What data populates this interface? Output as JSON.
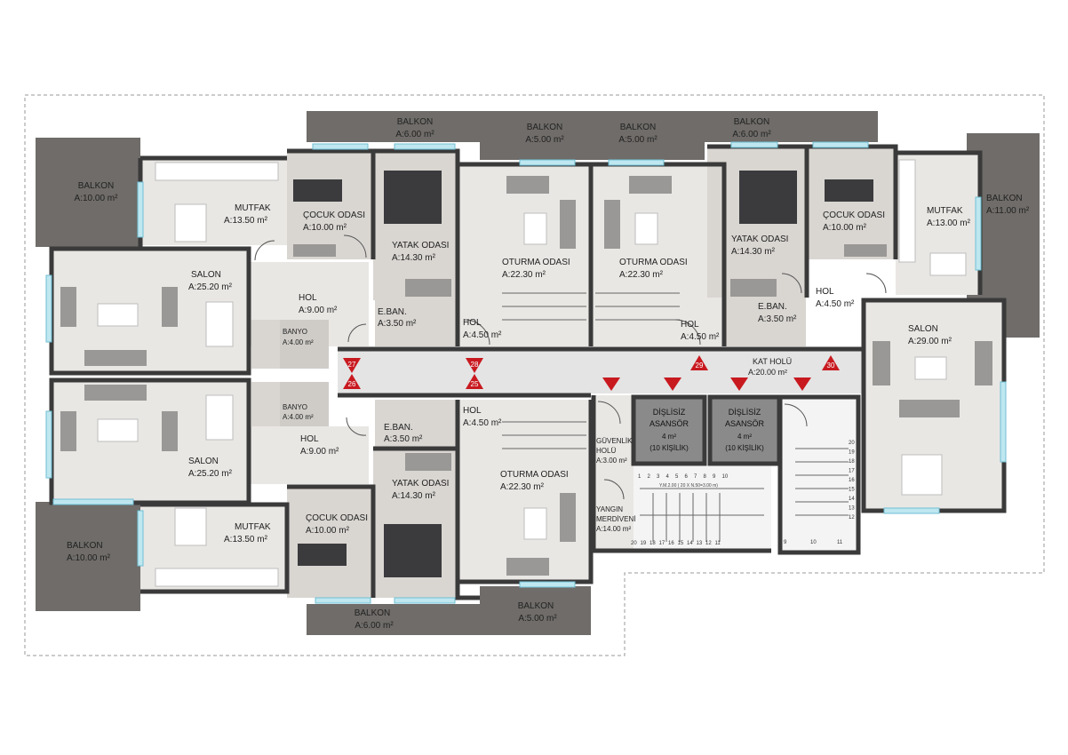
{
  "rooms": {
    "balkon_l_top": {
      "name": "BALKON",
      "area": "A:10.00 m²"
    },
    "mutfak_l_top": {
      "name": "MUTFAK",
      "area": "A:13.50 m²"
    },
    "salon_l_top": {
      "name": "SALON",
      "area": "A:25.20 m²"
    },
    "hol_l_top": {
      "name": "HOL",
      "area": "A:9.00 m²"
    },
    "banyo_l_top": {
      "name": "BANYO",
      "area": "A:4.00 m²"
    },
    "cocuk_l_top": {
      "name": "ÇOCUK ODASI",
      "area": "A:10.00 m²"
    },
    "yatak_l_top": {
      "name": "YATAK ODASI",
      "area": "A:14.30 m²"
    },
    "eban_l_top": {
      "name": "E.BAN.",
      "area": "A:3.50 m²"
    },
    "balkon_top1": {
      "name": "BALKON",
      "area": "A:6.00 m²"
    },
    "balkon_top2": {
      "name": "BALKON",
      "area": "A:5.00 m²"
    },
    "balkon_top3": {
      "name": "BALKON",
      "area": "A:5.00 m²"
    },
    "balkon_top4": {
      "name": "BALKON",
      "area": "A:6.00 m²"
    },
    "oturma_1": {
      "name": "OTURMA ODASI",
      "area": "A:22.30 m²"
    },
    "oturma_2": {
      "name": "OTURMA ODASI",
      "area": "A:22.30 m²"
    },
    "hol_c1": {
      "name": "HOL",
      "area": "A:4.50 m²"
    },
    "hol_c2": {
      "name": "HOL",
      "area": "A:4.50 m²"
    },
    "yatak_r": {
      "name": "YATAK ODASI",
      "area": "A:14.30 m²"
    },
    "cocuk_r": {
      "name": "ÇOCUK ODASI",
      "area": "A:10.00 m²"
    },
    "mutfak_r": {
      "name": "MUTFAK",
      "area": "A:13.00 m²"
    },
    "balkon_r": {
      "name": "BALKON",
      "area": "A:11.00 m²"
    },
    "eban_r": {
      "name": "E.BAN.",
      "area": "A:3.50 m²"
    },
    "hol_r": {
      "name": "HOL",
      "area": "A:4.50 m²"
    },
    "salon_r": {
      "name": "SALON",
      "area": "A:29.00 m²"
    },
    "kat_holu": {
      "name": "KAT HOLÜ",
      "area": "A:20.00 m²"
    },
    "salon_l_bot": {
      "name": "SALON",
      "area": "A:25.20 m²"
    },
    "banyo_l_bot": {
      "name": "BANYO",
      "area": "A:4.00 m²"
    },
    "hol_l_bot": {
      "name": "HOL",
      "area": "A:9.00 m²"
    },
    "eban_l_bot": {
      "name": "E.BAN.",
      "area": "A:3.50 m²"
    },
    "hol_c3": {
      "name": "HOL",
      "area": "A:4.50 m²"
    },
    "oturma_3": {
      "name": "OTURMA ODASI",
      "area": "A:22.30 m²"
    },
    "balkon_l_bot": {
      "name": "BALKON",
      "area": "A:10.00 m²"
    },
    "mutfak_l_bot": {
      "name": "MUTFAK",
      "area": "A:13.50 m²"
    },
    "cocuk_l_bot": {
      "name": "ÇOCUK ODASI",
      "area": "A:10.00 m²"
    },
    "yatak_l_bot": {
      "name": "YATAK ODASI",
      "area": "A:14.30 m²"
    },
    "balkon_bot1": {
      "name": "BALKON",
      "area": "A:6.00 m²"
    },
    "balkon_bot2": {
      "name": "BALKON",
      "area": "A:5.00 m²"
    },
    "guvenlik": {
      "name1": "GÜVENLİK",
      "name2": "HOLÜ",
      "area": "A:3.00 m²"
    },
    "yangin": {
      "name1": "YANGIN",
      "name2": "MERDİVENİ",
      "area": "A:14.00 m²"
    },
    "asansor1": {
      "l1": "DİŞLİSİZ",
      "l2": "ASANSÖR",
      "l3": "4 m²",
      "l4": "(10 KİŞİLİK)"
    },
    "asansor2": {
      "l1": "DİŞLİSİZ",
      "l2": "ASANSÖR",
      "l3": "4 m²",
      "l4": "(10 KİŞİLİK)"
    }
  },
  "stair_note": "Y.M.2.00 ( 20 X N.50=3.00 m)",
  "stair_numbers_top": [
    "1",
    "2",
    "3",
    "4",
    "5",
    "6",
    "7",
    "8",
    "9",
    "10"
  ],
  "stair_numbers_bot": [
    "20",
    "19",
    "18",
    "17",
    "16",
    "15",
    "14",
    "13",
    "12",
    "11"
  ],
  "main_stair_left": [
    "20",
    "19",
    "18",
    "17",
    "16",
    "15",
    "14",
    "13",
    "12"
  ],
  "main_stair_bottom": [
    "9",
    "10",
    "11"
  ],
  "unit_markers": [
    "27",
    "26",
    "28",
    "25",
    "29",
    "30"
  ],
  "colors": {
    "marker": "#c8191f",
    "window": "#bfe7f0",
    "balcony": "#6f6c69",
    "wall": "#3a3a3a"
  }
}
